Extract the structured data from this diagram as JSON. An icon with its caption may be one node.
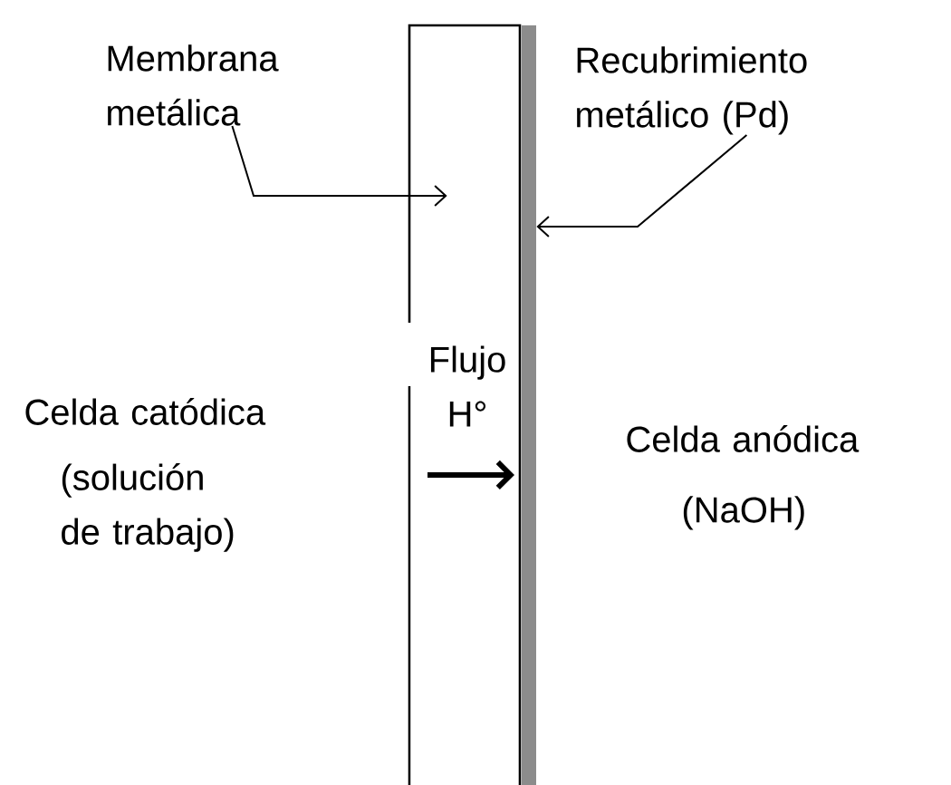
{
  "diagram": {
    "nodes": [
      {
        "text": [
          "Membrana metálica"
        ]
      },
      {
        "text": [],
        "shape": "box"
      },
      {
        "text": [
          "Recubrimiento metálico (Pd)"
        ]
      },
      {
        "text": [],
        "shape": "bar"
      }
    ],
    "edges": [
      {
        "from": 0,
        "to": 1,
        "arrow": "to"
      },
      {
        "from": 2,
        "to": 3,
        "arrow": "to"
      }
    ],
    "labels": [
      "Flujo H°",
      "Celda catódica",
      "(solución de trabajo)",
      "Celda anódica",
      "(NaOH)"
    ]
  }
}
